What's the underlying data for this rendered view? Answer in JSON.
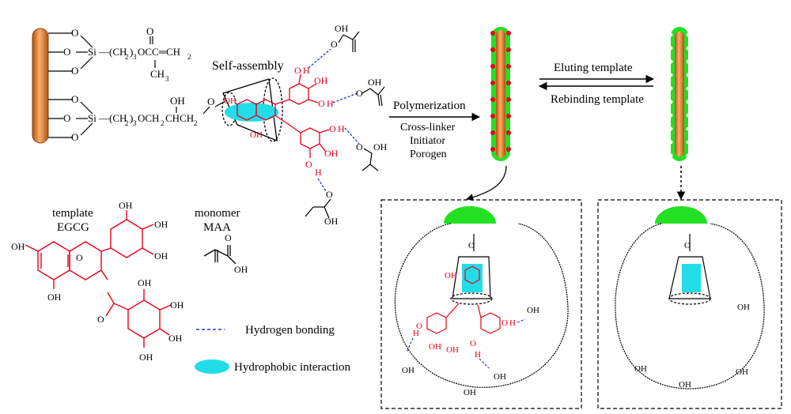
{
  "labels": {
    "self_assembly": "Self-assembly",
    "polymerization": "Polymerization",
    "cross_linker": "Cross-linker",
    "initiator": "Initiator",
    "porogen": "Porogen",
    "eluting": "Eluting template",
    "rebinding": "Rebinding template",
    "template": "template",
    "egcg": "EGCG",
    "monomer": "monomer",
    "maa": "MAA",
    "legend_hbond": "Hydrogen bonding",
    "legend_hydrophobic": "Hydrophobic interaction"
  },
  "chem": {
    "si": "Si",
    "o": "O",
    "oh": "OH",
    "h": "H",
    "ch3": "CH",
    "ch3_sub": "3",
    "ch2": "CH",
    "ch2_sub": "2",
    "chain1": "(CH",
    "chain1_sub": "2",
    "chain1_end": ")",
    "chain1_sub2": "3",
    "chain1_tail": "OCC═CH",
    "chain1_tail_sub": "2",
    "chain2_tail": "OCH",
    "chain2_tail_sub": "2",
    "chain2_mid": "CHCH",
    "chain2_mid_sub": "2",
    "carbonyl_o": "O"
  },
  "colors": {
    "red": "#e8001c",
    "green": "#22e022",
    "cyan": "#22dde8",
    "rod_dark": "#b85a15",
    "rod_light": "#f4a25c",
    "blue": "#2233cc",
    "black": "#000000"
  }
}
